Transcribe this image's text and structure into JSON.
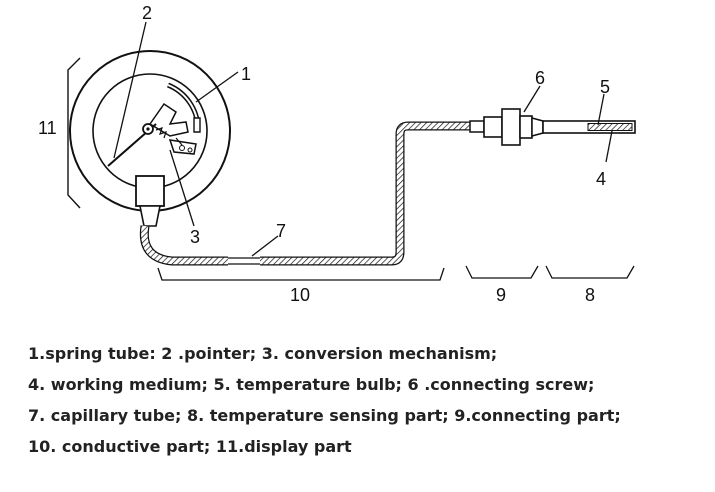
{
  "diagram": {
    "labels": {
      "l1": "1",
      "l2": "2",
      "l3": "3",
      "l4": "4",
      "l5": "5",
      "l6": "6",
      "l7": "7",
      "l8": "8",
      "l9": "9",
      "l10": "10",
      "l11": "11"
    }
  },
  "legend": [
    "1.spring tube: 2 .pointer; 3. conversion mechanism;",
    "4. working medium; 5.  temperature bulb; 6 .connecting screw;",
    "7. capillary tube; 8. temperature sensing part; 9.connecting part;",
    "10. conductive part; 11.display part"
  ]
}
